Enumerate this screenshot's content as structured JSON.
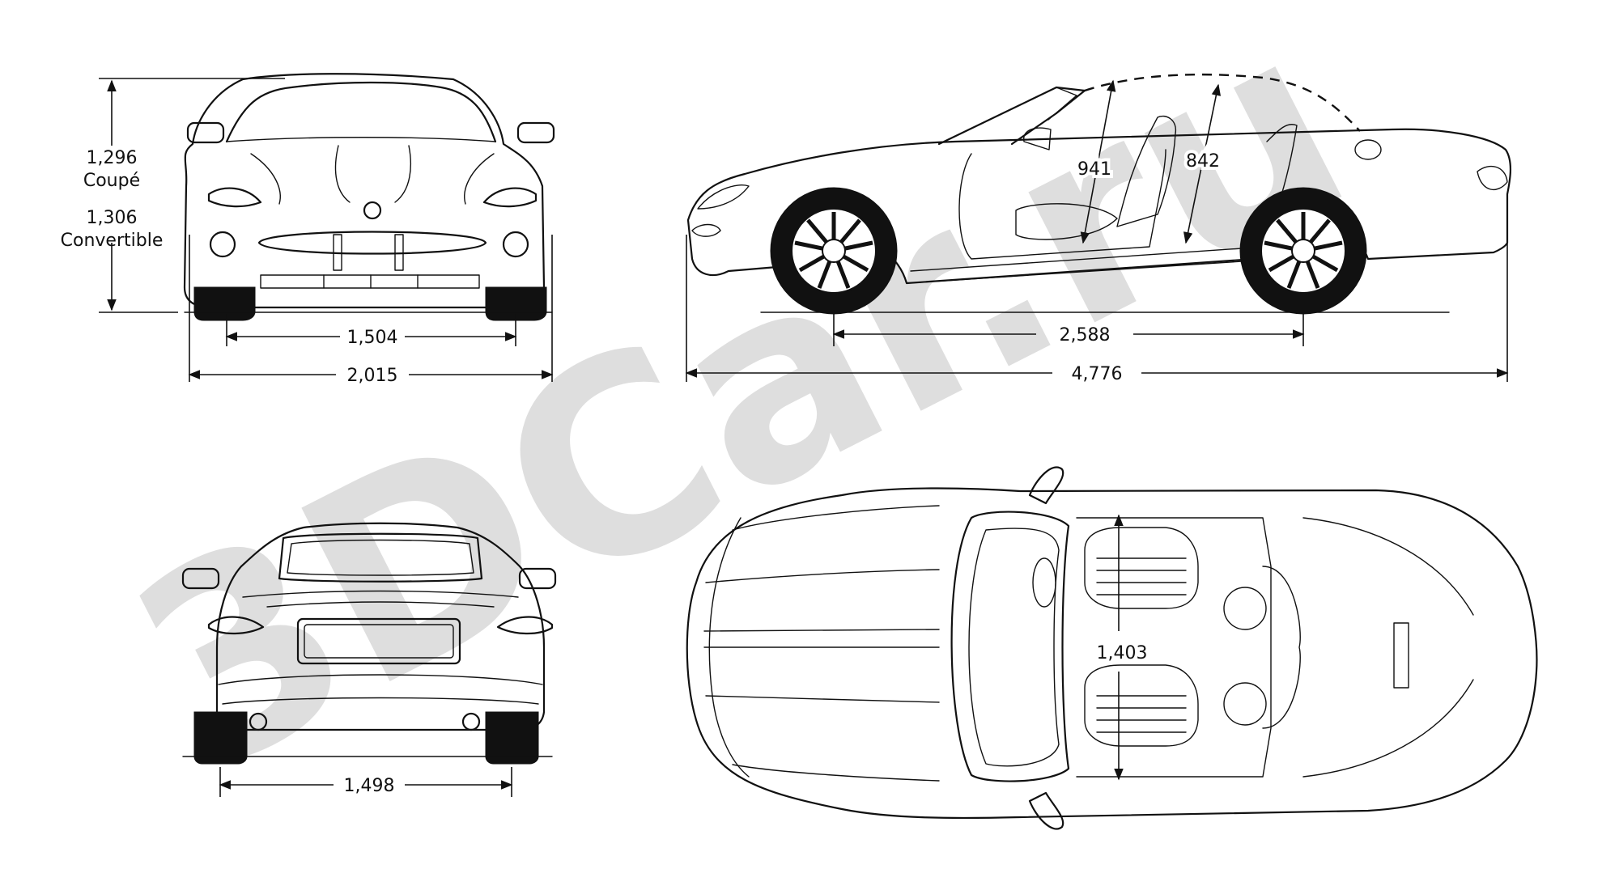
{
  "watermark": "3DCar.ru",
  "front_view": {
    "height_coupe": "1,296",
    "height_coupe_label": "Coupé",
    "height_convertible": "1,306",
    "height_convertible_label": "Convertible",
    "track_front": "1,504",
    "width": "2,015"
  },
  "side_view": {
    "headroom_front": "941",
    "headroom_rear": "842",
    "wheelbase": "2,588",
    "length": "4,776"
  },
  "rear_view": {
    "track_rear": "1,498"
  },
  "top_view": {
    "interior_width": "1,403"
  }
}
